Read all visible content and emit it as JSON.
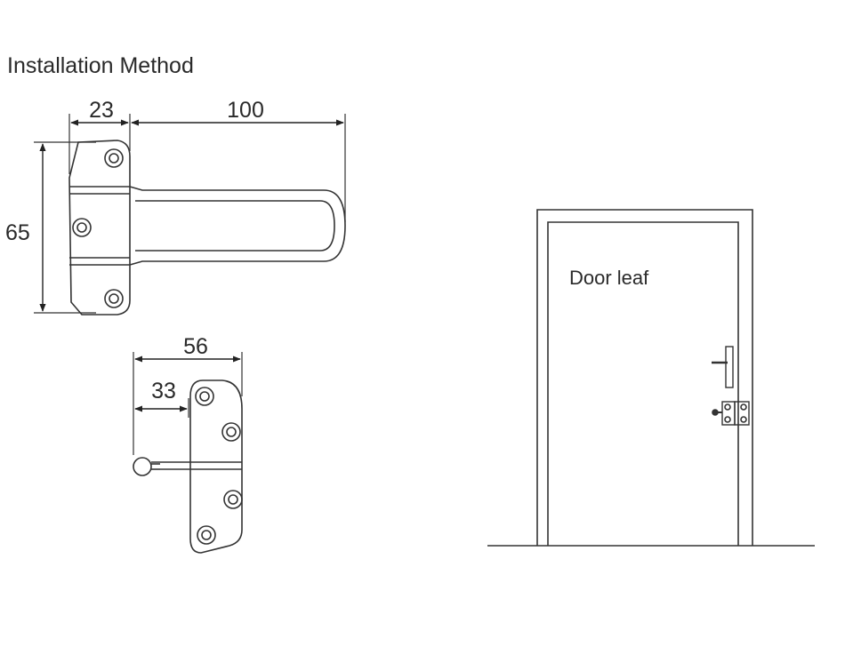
{
  "title": "Installation Method",
  "dimensions": {
    "guard_width": "23",
    "arm_length": "100",
    "guard_height": "65",
    "latch_width": "56",
    "latch_offset": "33"
  },
  "door": {
    "label": "Door leaf"
  }
}
